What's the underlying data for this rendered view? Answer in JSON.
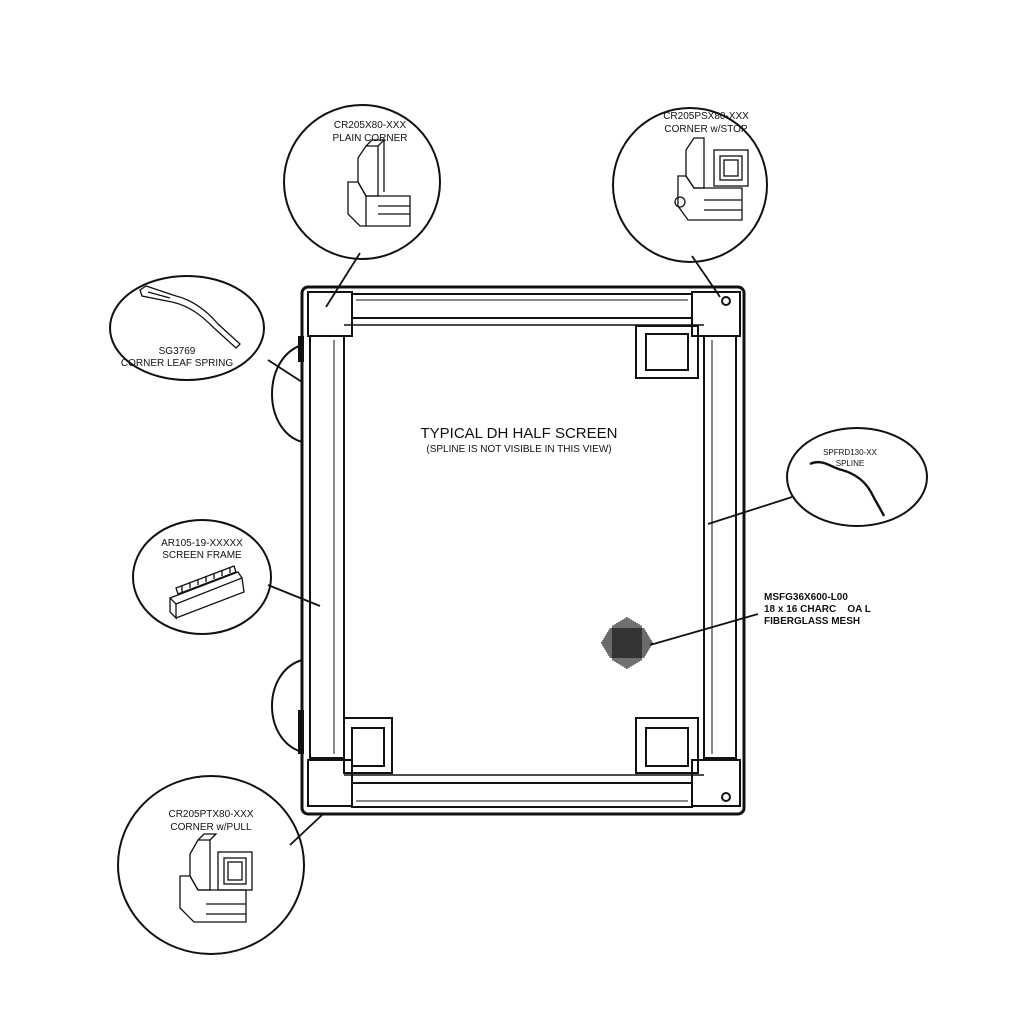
{
  "diagram": {
    "title": "TYPICAL DH HALF SCREEN",
    "subtitle": "(SPLINE IS NOT VISIBLE IN THIS VIEW)",
    "callouts": {
      "plain_corner": {
        "part": "CR205X80-XXX",
        "desc": "PLAIN CORNER"
      },
      "corner_stop": {
        "part": "CR205PSX80-XXX",
        "desc": "CORNER w/STOP"
      },
      "leaf_spring": {
        "part": "SG3769",
        "desc": "CORNER LEAF SPRING"
      },
      "screen_frame": {
        "part": "AR105-19-XXXXX",
        "desc": "SCREEN FRAME"
      },
      "corner_pull": {
        "part": "CR205PTX80-XXX",
        "desc": "CORNER w/PULL"
      },
      "spline": {
        "part": "SPFRD130-XX",
        "desc": "SPLINE"
      },
      "mesh": {
        "part": "MSFG36X600-L00",
        "line2": "18 x 16 CHARC    OA L",
        "line3": "FIBERGLASS MESH"
      }
    }
  }
}
